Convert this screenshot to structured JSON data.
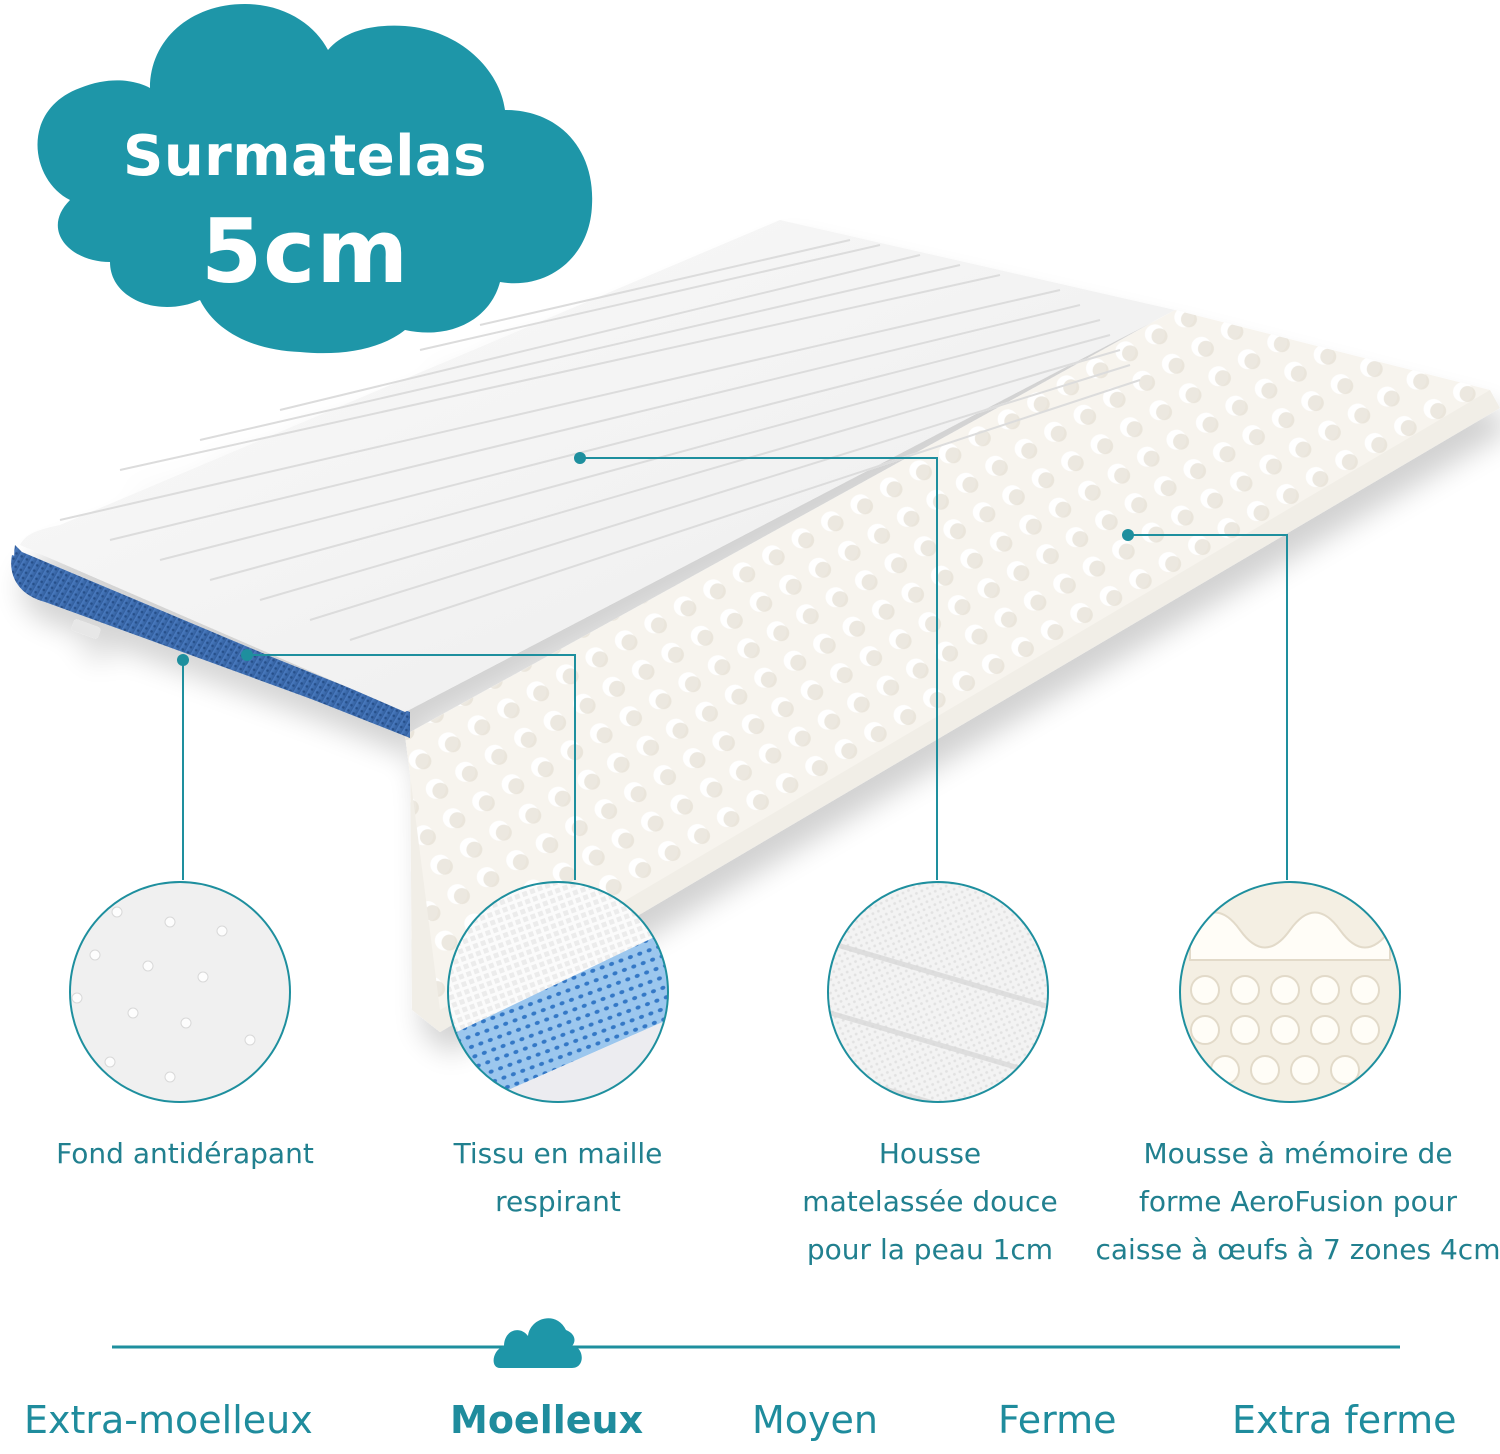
{
  "badge": {
    "line1": "Surmatelas",
    "line2": "5cm",
    "color": "#1e96a8",
    "shape": "cloud"
  },
  "product": {
    "name": "mattress-topper",
    "cover_color": "#f4f4f4",
    "side_mesh_color": "#3f6fb0",
    "foam_color": "#f6f3ec"
  },
  "callouts": [
    {
      "id": "non-slip-base",
      "label": "Fond antidérapant",
      "detail": "non-slip-dots-texture"
    },
    {
      "id": "breathable-mesh",
      "label_lines": [
        "Tissu en maille",
        "respirant"
      ],
      "detail": "blue-3d-mesh-texture"
    },
    {
      "id": "quilted-cover",
      "label_lines": [
        "Housse",
        "matelassée douce",
        "pour la peau 1cm"
      ],
      "detail": "quilted-knit-texture"
    },
    {
      "id": "memory-foam",
      "label_lines": [
        "Mousse à mémoire de",
        "forme AeroFusion pour",
        "caisse à œufs à 7 zones 4cm"
      ],
      "detail": "egg-crate-foam-texture"
    }
  ],
  "firmness_scale": {
    "levels": [
      "Extra-moelleux",
      "Moelleux",
      "Moyen",
      "Ferme",
      "Extra ferme"
    ],
    "selected": "Moelleux",
    "selected_index": 1,
    "indicator_icon": "cloud-icon",
    "color": "#1f8c9d"
  },
  "accent_color": "#1e8f9e"
}
